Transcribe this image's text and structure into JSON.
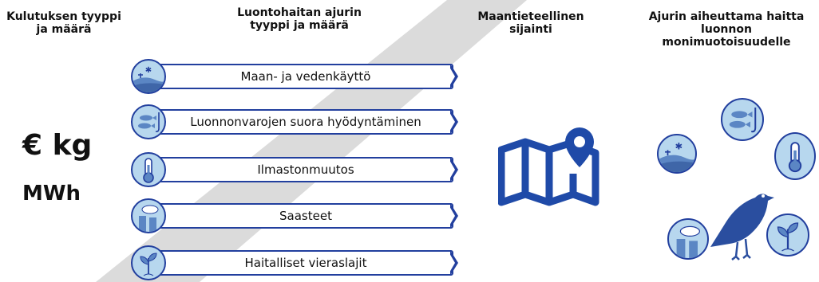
{
  "headers": {
    "consumption": "Kulutuksen tyyppi ja määrä",
    "driver": "Luontohaitan ajurin tyyppi ja määrä",
    "location": "Maantieteellinen sijainti",
    "harm": "Ajurin aiheuttama haitta luonnon monimuotoisuudelle"
  },
  "units": {
    "line1": "€ kg",
    "line2": "MWh"
  },
  "drivers": [
    {
      "label": "Maan- ja vedenkäyttö",
      "icon": "land-use-icon"
    },
    {
      "label": "Luonnonvarojen suora hyödyntäminen",
      "icon": "fish-hook-icon"
    },
    {
      "label": "Ilmastonmuutos",
      "icon": "thermometer-icon"
    },
    {
      "label": "Saasteet",
      "icon": "pollution-icon"
    },
    {
      "label": "Haitalliset vieraslajit",
      "icon": "invasive-plant-icon"
    }
  ],
  "colors": {
    "accent": "#223f9e",
    "icon_fill": "#b7d7ee",
    "map": "#1f4aa8",
    "watermark": "#cfcfcf"
  }
}
